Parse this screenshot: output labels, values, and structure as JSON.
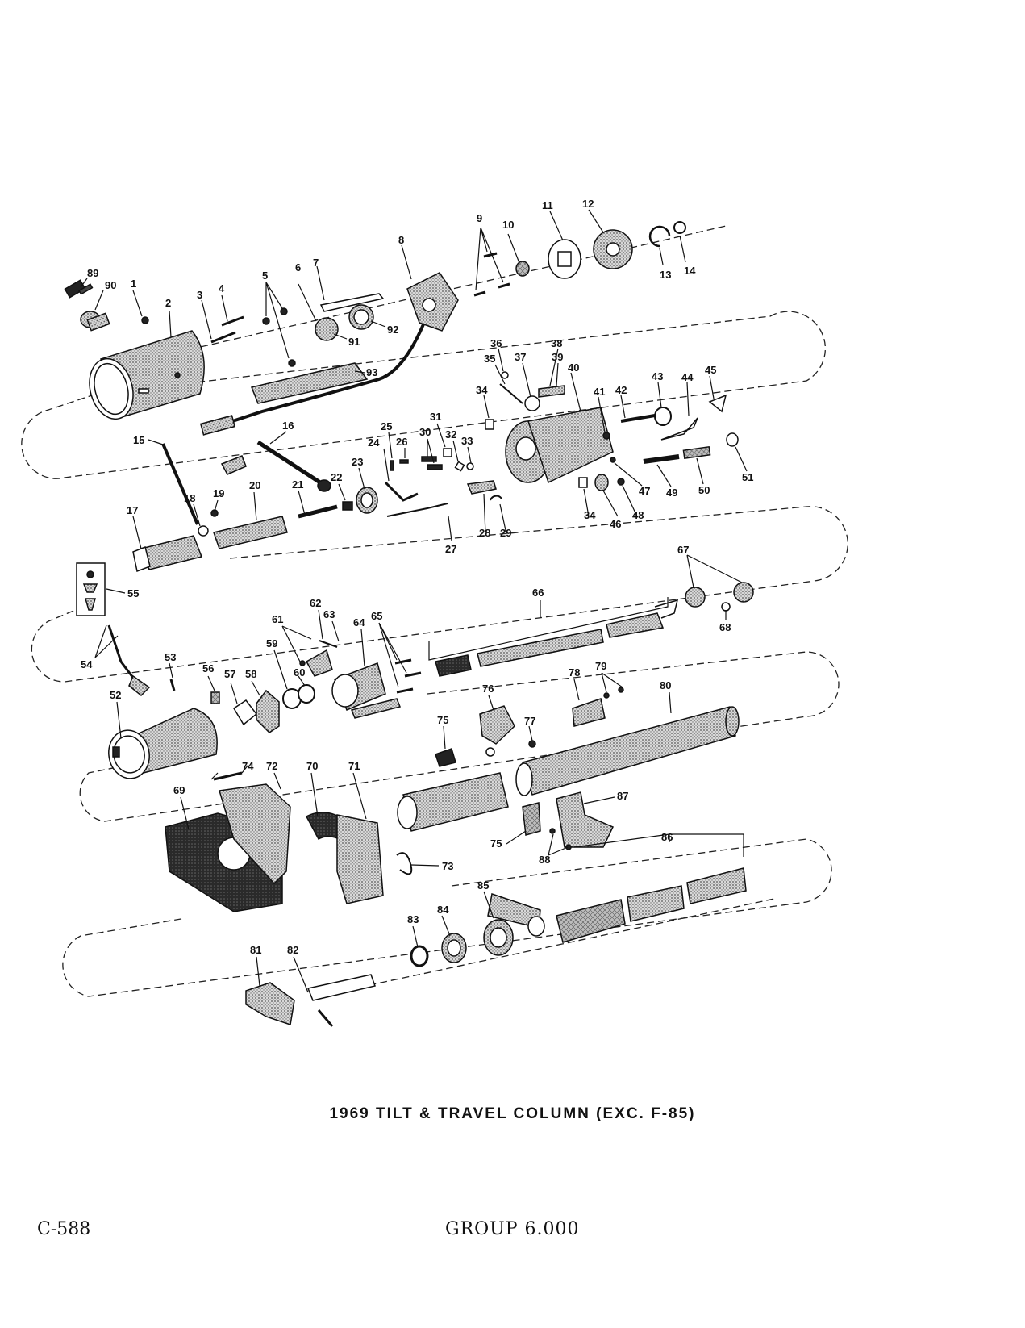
{
  "document": {
    "title": "1969 TILT & TRAVEL COLUMN (EXC. F-85)",
    "page_id": "C-588",
    "group": "GROUP 6.000"
  },
  "callouts": {
    "n1": "1",
    "n2": "2",
    "n3": "3",
    "n4": "4",
    "n5": "5",
    "n6": "6",
    "n7": "7",
    "n8": "8",
    "n9": "9",
    "n10": "10",
    "n11": "11",
    "n12": "12",
    "n13": "13",
    "n14": "14",
    "n15": "15",
    "n16": "16",
    "n17": "17",
    "n18": "18",
    "n19": "19",
    "n20": "20",
    "n21": "21",
    "n22": "22",
    "n23": "23",
    "n24": "24",
    "n25": "25",
    "n26": "26",
    "n27": "27",
    "n28": "28",
    "n29": "29",
    "n30": "30",
    "n31": "31",
    "n32": "32",
    "n33": "33",
    "n34": "34",
    "n35": "35",
    "n36": "36",
    "n37": "37",
    "n38": "38",
    "n39": "39",
    "n40": "40",
    "n41": "41",
    "n42": "42",
    "n43": "43",
    "n44": "44",
    "n45": "45",
    "n46": "46",
    "n47": "47",
    "n48": "48",
    "n49": "49",
    "n50": "50",
    "n51": "51",
    "n52": "52",
    "n53": "53",
    "n54": "54",
    "n55": "55",
    "n56": "56",
    "n57": "57",
    "n58": "58",
    "n59": "59",
    "n60": "60",
    "n61": "61",
    "n62": "62",
    "n63": "63",
    "n64": "64",
    "n65": "65",
    "n66": "66",
    "n67": "67",
    "n68": "68",
    "n69": "69",
    "n70": "70",
    "n71": "71",
    "n72": "72",
    "n73": "73",
    "n74": "74",
    "n75": "75",
    "n76": "76",
    "n77": "77",
    "n78": "78",
    "n79": "79",
    "n80": "80",
    "n81": "81",
    "n82": "82",
    "n83": "83",
    "n84": "84",
    "n85": "85",
    "n86": "86",
    "n87": "87",
    "n88": "88",
    "n89": "89",
    "n90": "90",
    "n91": "91",
    "n92": "92",
    "n93": "93"
  }
}
